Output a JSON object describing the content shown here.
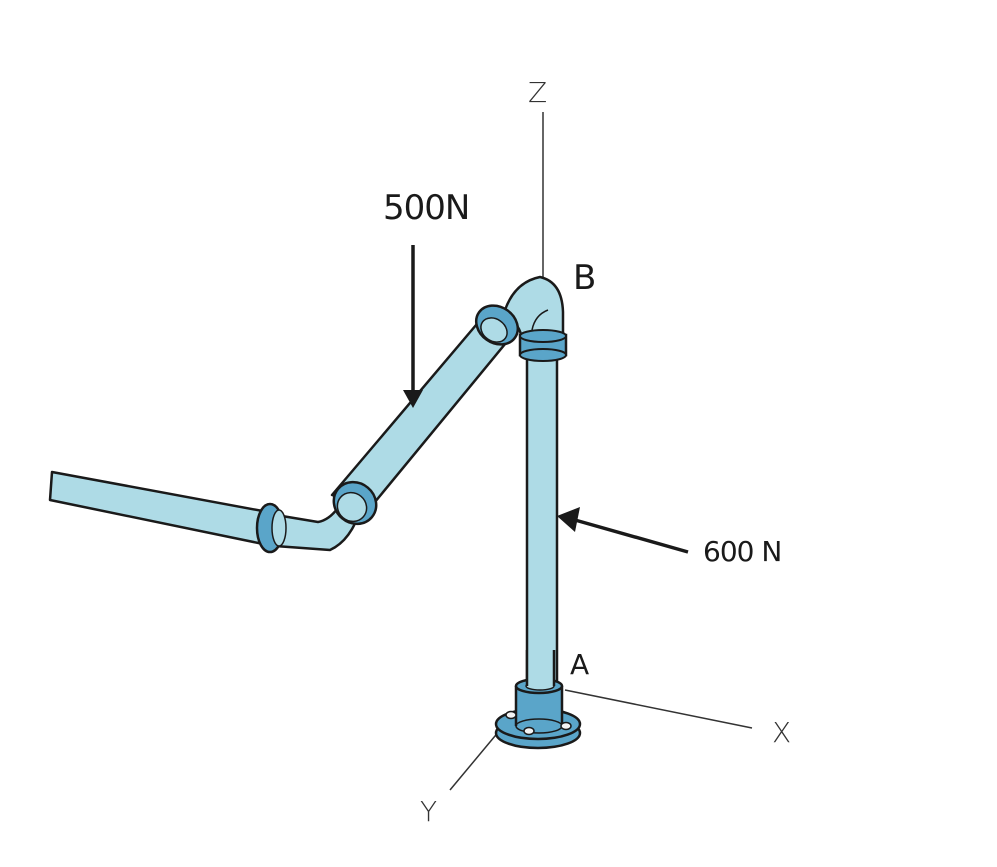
{
  "diagram": {
    "type": "pipe-assembly-statics",
    "colors": {
      "pipe": "#aedbe6",
      "flange": "#5aa5c9",
      "outline": "#1a1a1a",
      "background": "#ffffff"
    },
    "axes": {
      "z": "Z",
      "x": "X",
      "y": "Y"
    },
    "points": {
      "A": "A",
      "B": "B"
    },
    "forces": [
      {
        "id": "force-vertical",
        "label": "500N",
        "direction": "down"
      },
      {
        "id": "force-lateral",
        "label": "600 N",
        "direction": "toward-pipe"
      }
    ]
  }
}
